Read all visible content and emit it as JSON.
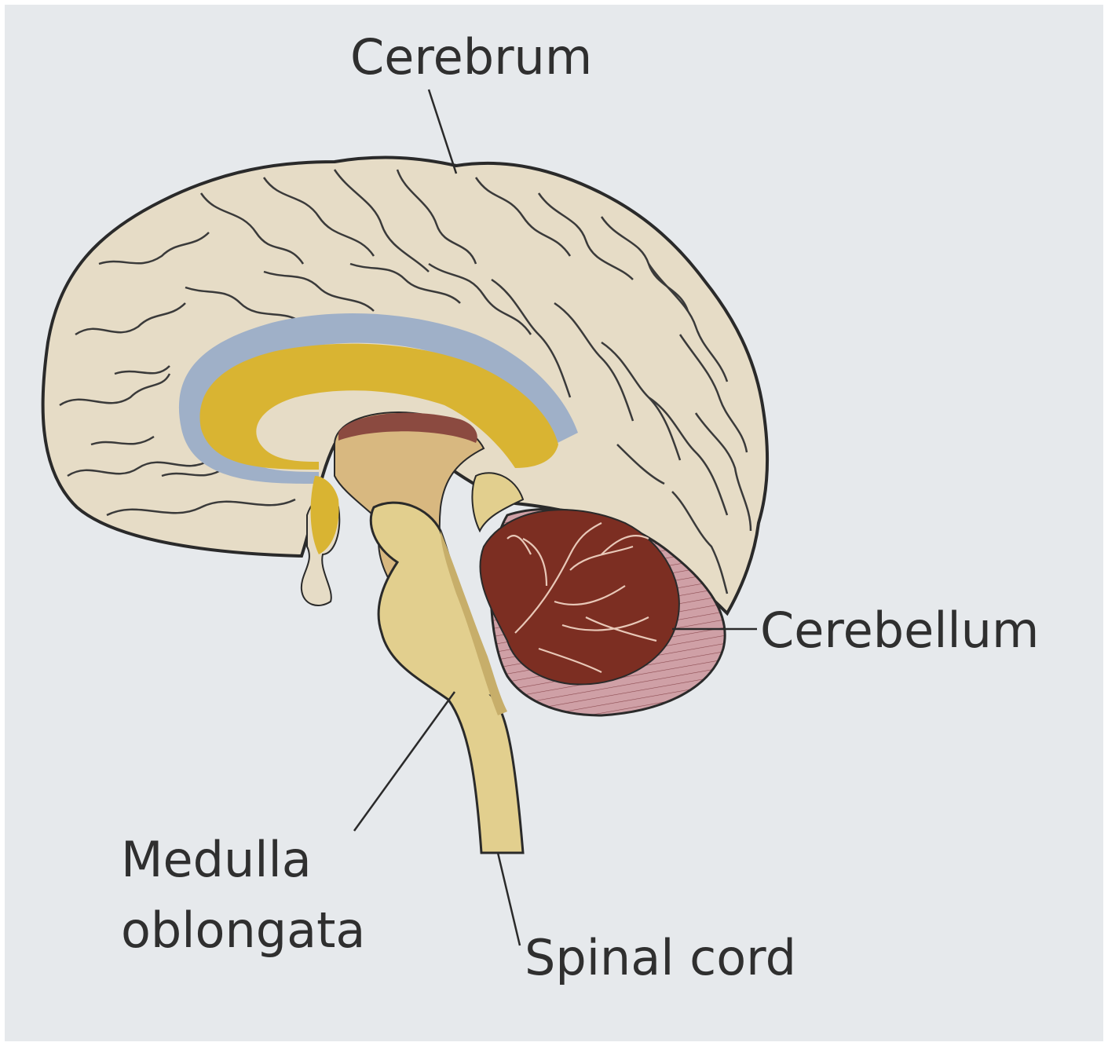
{
  "labels": {
    "cerebrum": "Cerebrum",
    "cerebellum": "Cerebellum",
    "medulla_line1": "Medulla",
    "medulla_line2": "oblongata",
    "spinal_cord": "Spinal cord"
  },
  "colors": {
    "background": "#e6e9ec",
    "cerebrum": "#e6dcc6",
    "corpus_callosum_outer": "#9fb0c8",
    "corpus_callosum_inner": "#d9b432",
    "brainstem": "#e2cf8e",
    "thalamus": "#d8b880",
    "cerebellum": "#7c2e22",
    "cerebellum_rim": "#cfa0a6",
    "outline": "#2a2a2a"
  }
}
